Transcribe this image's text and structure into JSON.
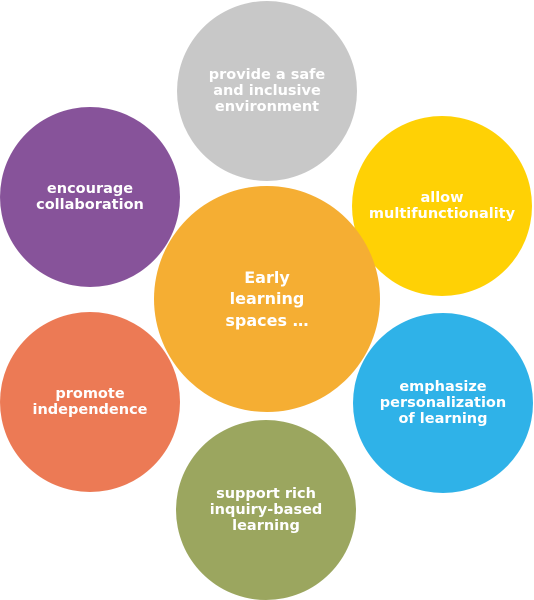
{
  "center": {
    "label": "Early\nlearning\nspaces …",
    "color": "#F5AE33"
  },
  "outer_items": [
    {
      "id": "top",
      "label": "provide a safe\nand inclusive\nenvironment",
      "color": "#C8C8C8"
    },
    {
      "id": "tr",
      "label": "allow\nmultifunctionality",
      "color": "#FFD105"
    },
    {
      "id": "br",
      "label": "emphasize\npersonalization\nof learning",
      "color": "#2FB2E8"
    },
    {
      "id": "bottom",
      "label": "support rich\ninquiry-based\nlearning",
      "color": "#9BA65F"
    },
    {
      "id": "bl",
      "label": "promote\nindependence",
      "color": "#EC7A55"
    },
    {
      "id": "tl",
      "label": "encourage\ncollaboration",
      "color": "#87539A"
    }
  ]
}
